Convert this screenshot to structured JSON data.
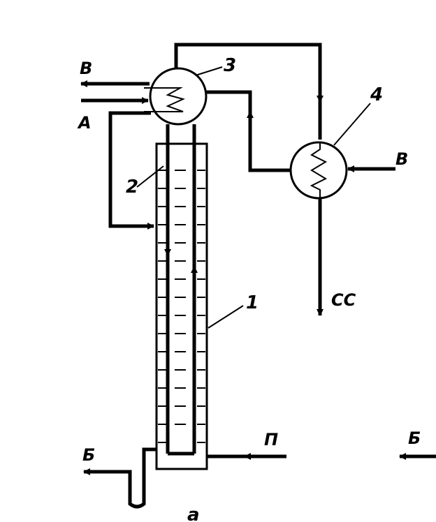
{
  "diagram": {
    "labels": {
      "vapor_out_top_left": "В",
      "feed_in": "А",
      "cooling_in_right": "В",
      "bottoms_out": "Б",
      "steam_in": "П",
      "bottoms_right": "Б",
      "condensate_out": "СС",
      "figure_letter": "а"
    },
    "numbers": {
      "column": "1",
      "tube_bank": "2",
      "heat_exchanger_top": "3",
      "heat_exchanger_right": "4"
    }
  }
}
